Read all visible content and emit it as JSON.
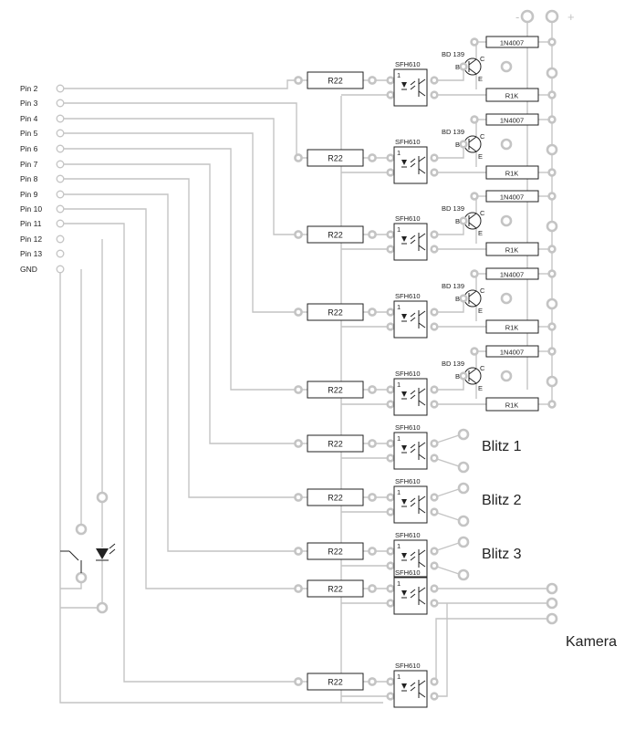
{
  "rail_labels": {
    "minus": "-",
    "plus": "+"
  },
  "pins": [
    "Pin 2",
    "Pin 3",
    "Pin 4",
    "Pin 5",
    "Pin 6",
    "Pin 7",
    "Pin 8",
    "Pin 9",
    "Pin 10",
    "Pin 11",
    "Pin 12",
    "Pin 13",
    "GND"
  ],
  "resistor_label": "R22",
  "optocoupler_label": "SFH610",
  "opto_pin1_label": "1",
  "diode_label": "1N4007",
  "transistor_label": "BD 139",
  "transistor_pins": {
    "b": "B",
    "c": "C",
    "e": "E"
  },
  "collector_resistor_label": "R1K",
  "flash_labels": [
    "Blitz 1",
    "Blitz 2",
    "Blitz 3"
  ],
  "camera_label": "Kamera"
}
